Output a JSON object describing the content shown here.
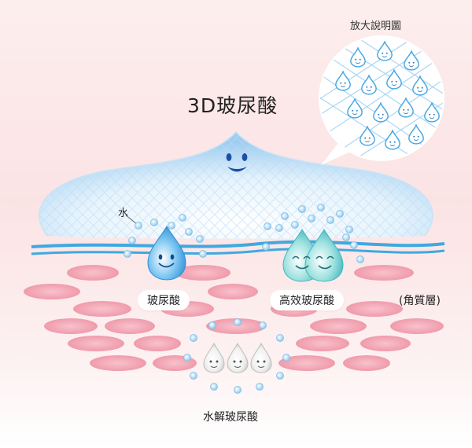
{
  "diagram": {
    "title": "3D玻尿酸",
    "zoom_label": "放大說明圖",
    "water_label": "水",
    "labels": {
      "hyaluronic_acid": "玻尿酸",
      "high_efficiency": "高效玻尿酸",
      "stratum_corneum": "(角質層)",
      "hydrolyzed": "水解玻尿酸"
    }
  },
  "colors": {
    "skin_line": "#3fa9e0",
    "cell": "#f4a6b4",
    "droplet_blue": "#2f9bdc",
    "droplet_teal": "#5cc7c8",
    "droplet_gray": "#cfcfcf",
    "bubble": "#8fc9ee"
  }
}
